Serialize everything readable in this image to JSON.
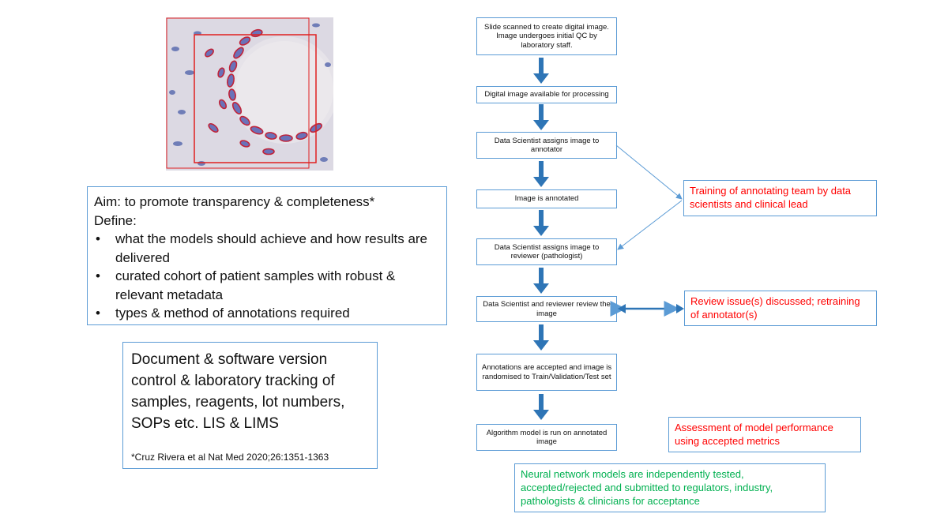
{
  "aim": {
    "line1": "Aim: to promote transparency & completeness*",
    "line2": "Define:",
    "bullet_glyph": "•",
    "bullets": [
      "what the models should achieve and how results are delivered",
      "curated cohort of patient samples with robust & relevant metadata",
      "types & method of annotations required"
    ]
  },
  "doc": {
    "text": "Document & software version control & laboratory tracking of samples, reagents, lot numbers, SOPs etc. LIS & LIMS",
    "ref": "*Cruz Rivera et al Nat Med 2020;26:1351-1363"
  },
  "flow": {
    "steps": [
      "Slide scanned to create digital image. Image undergoes initial QC by laboratory staff.",
      "Digital image available for processing",
      "Data Scientist assigns image to annotator",
      "Image is annotated",
      "Data Scientist assigns image to reviewer (pathologist)",
      "Data Scientist  and reviewer review the image",
      "Annotations are accepted and image is randomised to Train/Validation/Test set",
      "Algorithm model is run on annotated image"
    ]
  },
  "notes": {
    "training": "Training of annotating team by data scientists and clinical lead",
    "review": "Review issue(s) discussed; retraining of annotator(s)",
    "assessment": "Assessment of model performance using accepted metrics",
    "neural": "Neural network models are independently tested, accepted/rejected and submitted to regulators, industry, pathologists & clinicians for acceptance"
  },
  "colors": {
    "box_border": "#5b9bd5",
    "arrow": "#2e75b6",
    "red_text": "#ff0000",
    "green_text": "#00b050"
  }
}
